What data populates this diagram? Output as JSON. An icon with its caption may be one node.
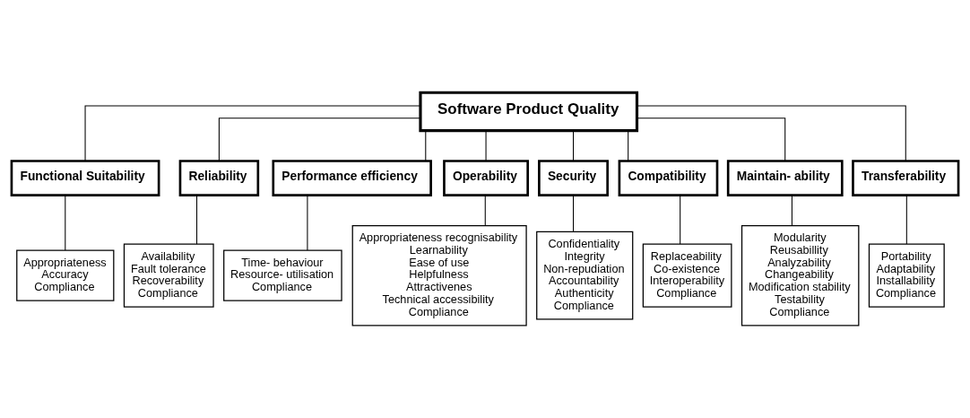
{
  "diagram": {
    "nodes": [
      {
        "text": [
          "Software Product Quality"
        ]
      },
      {
        "text": [
          "Functional Suitability"
        ]
      },
      {
        "text": [
          "Reliability"
        ]
      },
      {
        "text": [
          "Performance efficiency"
        ]
      },
      {
        "text": [
          "Operability"
        ]
      },
      {
        "text": [
          "Security"
        ]
      },
      {
        "text": [
          "Compatibility"
        ]
      },
      {
        "text": [
          "Maintain- ability"
        ]
      },
      {
        "text": [
          "Transferability"
        ]
      },
      {
        "text": [
          "Appropriateness",
          "Accuracy",
          "Compliance"
        ]
      },
      {
        "text": [
          "Availability",
          "Fault tolerance",
          "Recoverability",
          "Compliance"
        ]
      },
      {
        "text": [
          "Time- behaviour",
          "Resource- utilisation",
          "Compliance"
        ]
      },
      {
        "text": [
          "Appropriateness recognisability",
          "Learnability",
          "Ease of use",
          "Helpfulness",
          "Attractivenes",
          "Technical accessibility",
          "Compliance"
        ]
      },
      {
        "text": [
          "Confidentiality",
          "Integrity",
          "Non-repudiation",
          "Accountability",
          "Authenticity",
          "Compliance"
        ]
      },
      {
        "text": [
          "Replaceability",
          "Co-existence",
          "Interoperability",
          "Compliance"
        ]
      },
      {
        "text": [
          "Modularity",
          "Reusabillity",
          "Analyzability",
          "Changeability",
          "Modification stability",
          "Testability",
          "Compliance"
        ]
      },
      {
        "text": [
          "Portability",
          "Adaptability",
          "Installability",
          "Compliance"
        ]
      }
    ],
    "edges": [
      {
        "from": 0,
        "to": 1,
        "arrow": "none"
      },
      {
        "from": 0,
        "to": 2,
        "arrow": "none"
      },
      {
        "from": 0,
        "to": 3,
        "arrow": "none"
      },
      {
        "from": 0,
        "to": 4,
        "arrow": "none"
      },
      {
        "from": 0,
        "to": 5,
        "arrow": "none"
      },
      {
        "from": 0,
        "to": 6,
        "arrow": "none"
      },
      {
        "from": 0,
        "to": 7,
        "arrow": "none"
      },
      {
        "from": 0,
        "to": 8,
        "arrow": "none"
      },
      {
        "from": 1,
        "to": 9,
        "arrow": "none"
      },
      {
        "from": 2,
        "to": 10,
        "arrow": "none"
      },
      {
        "from": 3,
        "to": 11,
        "arrow": "none"
      },
      {
        "from": 4,
        "to": 12,
        "arrow": "none"
      },
      {
        "from": 5,
        "to": 13,
        "arrow": "none"
      },
      {
        "from": 6,
        "to": 14,
        "arrow": "none"
      },
      {
        "from": 7,
        "to": 15,
        "arrow": "none"
      },
      {
        "from": 8,
        "to": 16,
        "arrow": "none"
      }
    ]
  }
}
